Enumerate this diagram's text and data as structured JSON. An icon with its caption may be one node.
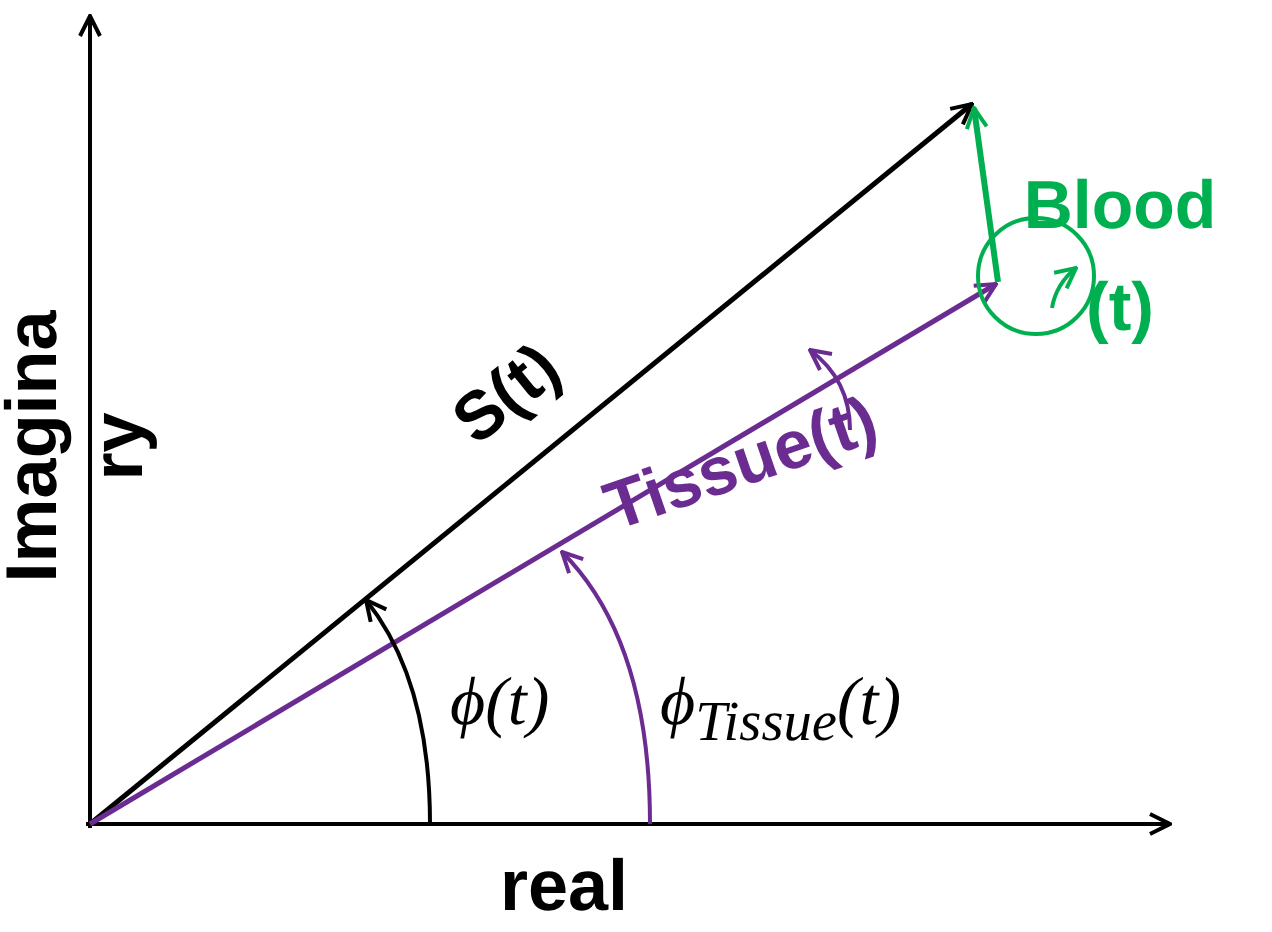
{
  "diagram": {
    "labels": [
      "Imagina ry",
      "real",
      "S(t)",
      "Tissue(t)",
      "Blood (t)",
      "ϕ(t)",
      "ϕ$_{Tissue}$(t)"
    ]
  }
}
